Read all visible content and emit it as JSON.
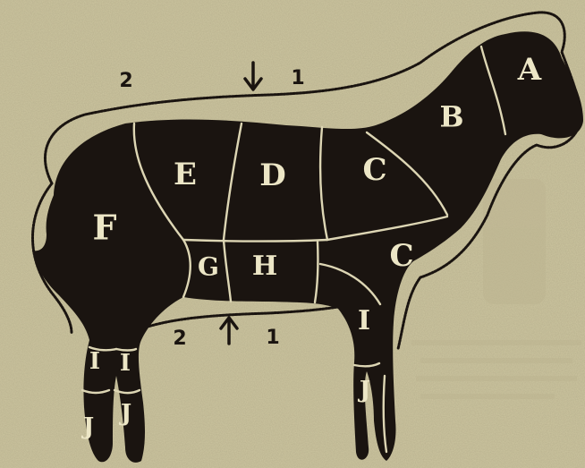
{
  "colors": {
    "paper": "#cdc6a0",
    "ink": "#1a1410",
    "seam": "#ddd6b4"
  },
  "cuts": {
    "A": "A",
    "B": "B",
    "C_upper": "C",
    "C_lower": "C",
    "D": "D",
    "E": "E",
    "F": "F",
    "G": "G",
    "H": "H",
    "I_hind_left": "I",
    "I_hind_right": "I",
    "I_fore": "I",
    "J_hind_left": "J",
    "J_hind_right": "J",
    "J_fore": "J"
  },
  "top_markers": {
    "left_number": "2",
    "right_number": "1",
    "arrow_direction": "down"
  },
  "bottom_markers": {
    "left_number": "2",
    "right_number": "1",
    "arrow_direction": "up"
  }
}
